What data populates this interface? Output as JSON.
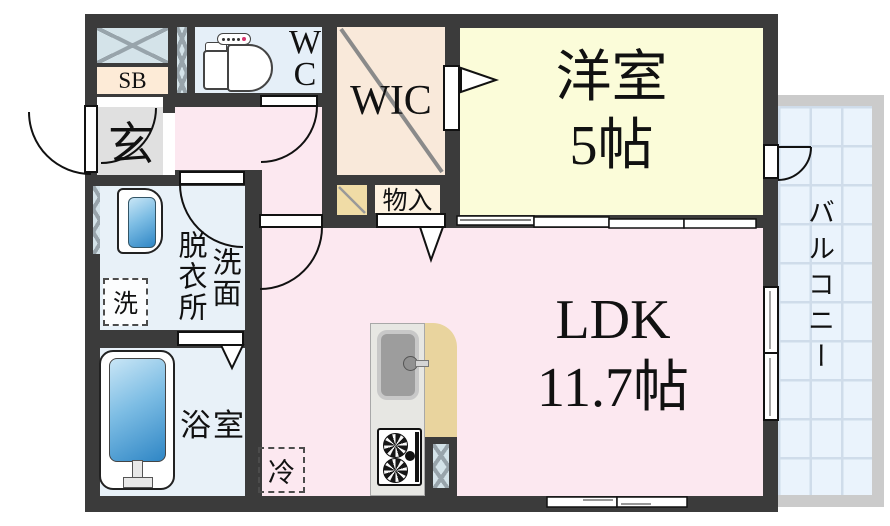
{
  "floor_plan": {
    "western_room": {
      "label": "洋室",
      "size": "5帖"
    },
    "ldk": {
      "label": "LDK",
      "size": "11.7帖"
    },
    "wic": {
      "label": "WIC"
    },
    "wc": {
      "letter_top": "W",
      "letter_bottom": "C"
    },
    "entrance": {
      "label": "玄"
    },
    "shoe_box": {
      "label": "SB"
    },
    "washroom": {
      "label_column_right": "洗面",
      "label_column_left": "脱衣所"
    },
    "washer_space": {
      "label": "洗"
    },
    "bathroom": {
      "label": "浴室"
    },
    "storage": {
      "label": "物入"
    },
    "refrigerator_space": {
      "label": "冷"
    },
    "balcony": {
      "label": "バルコニー"
    },
    "colors": {
      "wall": "#3b3b3b",
      "ldk_pink": "#fce8f0",
      "western_room_yellow": "#fbfcd9",
      "wet_area_blue": "#e8f1f8",
      "wic_peach": "#f9e9da",
      "shoe_box_peach": "#fdebd7",
      "pipe_shaft_blue": "#d4e3e9",
      "kitchen_counter_tan": "#e9d49e",
      "balcony_frame": "#cbcbcb",
      "balcony_floor": "#eaf3fc",
      "fixture_blue": "#2f86c5"
    }
  }
}
